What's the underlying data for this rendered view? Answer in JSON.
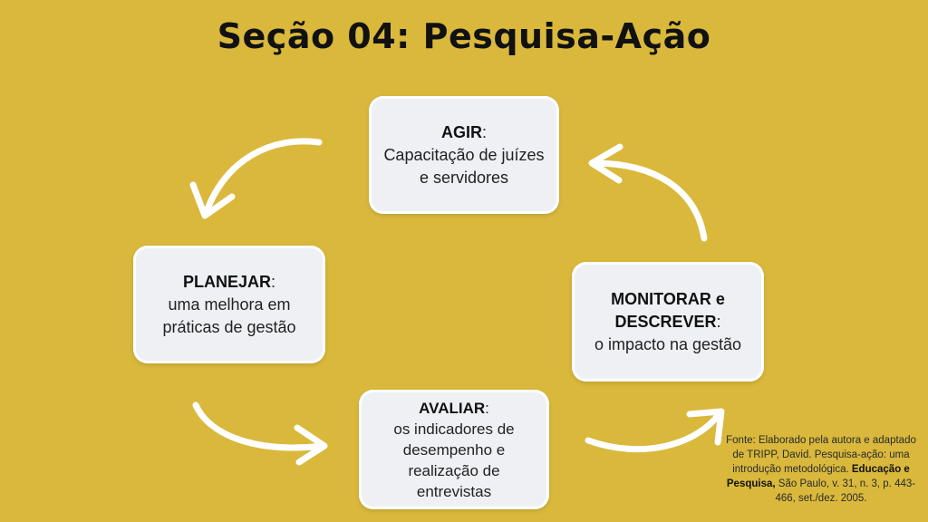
{
  "title": "Seção 04: Pesquisa-Ação",
  "steps": {
    "agir": {
      "heading": "AGIR",
      "colon": ":",
      "line1": "Capacitação de juízes",
      "line2": "e servidores"
    },
    "planejar": {
      "heading": "PLANEJAR",
      "colon": ":",
      "line1": "uma melhora em",
      "line2": "práticas de gestão"
    },
    "monitorar": {
      "heading1": "MONITORAR e",
      "heading2": "DESCREVER",
      "colon": ":",
      "line1": "o impacto na gestão"
    },
    "avaliar": {
      "heading": "AVALIAR",
      "colon": ":",
      "line1": "os indicadores de",
      "line2": "desempenho e",
      "line3": "realização de",
      "line4": "entrevistas"
    }
  },
  "source": {
    "part1": "Fonte: Elaborado pela autora e adaptado de TRIPP, David. Pesquisa-ação: uma introdução metodológica. ",
    "bold": "Educação e Pesquisa,",
    "part2": " São Paulo, v. 31, n. 3, p. 443-466, set./dez. 2005."
  },
  "colors": {
    "background": "#D9B83C",
    "box": "#EEF0F4",
    "arrow": "#FFFFFF"
  }
}
